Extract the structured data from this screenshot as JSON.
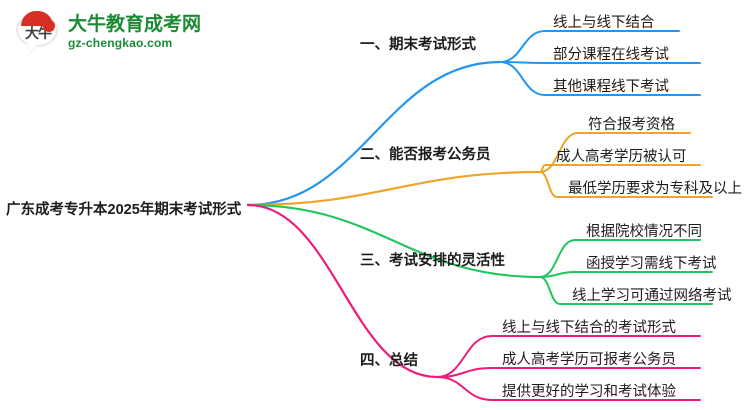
{
  "logo": {
    "mark_text": "大牛",
    "title": "大牛教育成考网",
    "subtitle": "gz-chengkao.com",
    "brand_green": "#1a8a34",
    "brand_red": "#d62f26"
  },
  "mindmap": {
    "root": "广东成考专升本2025年期末考试形式",
    "branches": [
      {
        "label": "一、期末考试形式",
        "color": "#2196f3",
        "children": [
          "线上与线下结合",
          "部分课程在线考试",
          "其他课程线下考试"
        ]
      },
      {
        "label": "二、能否报考公务员",
        "color": "#f0a42a",
        "children": [
          "符合报考资格",
          "成人高考学历被认可",
          "最低学历要求为专科及以上"
        ]
      },
      {
        "label": "三、考试安排的灵活性",
        "color": "#22c55e",
        "children": [
          "根据院校情况不同",
          "函授学习需线下考试",
          "线上学习可通过网络考试"
        ]
      },
      {
        "label": "四、总结",
        "color": "#ec1e79",
        "children": [
          "线上与线下结合的考试形式",
          "成人高考学历可报考公务员",
          "提供更好的学习和考试体验"
        ]
      }
    ]
  }
}
